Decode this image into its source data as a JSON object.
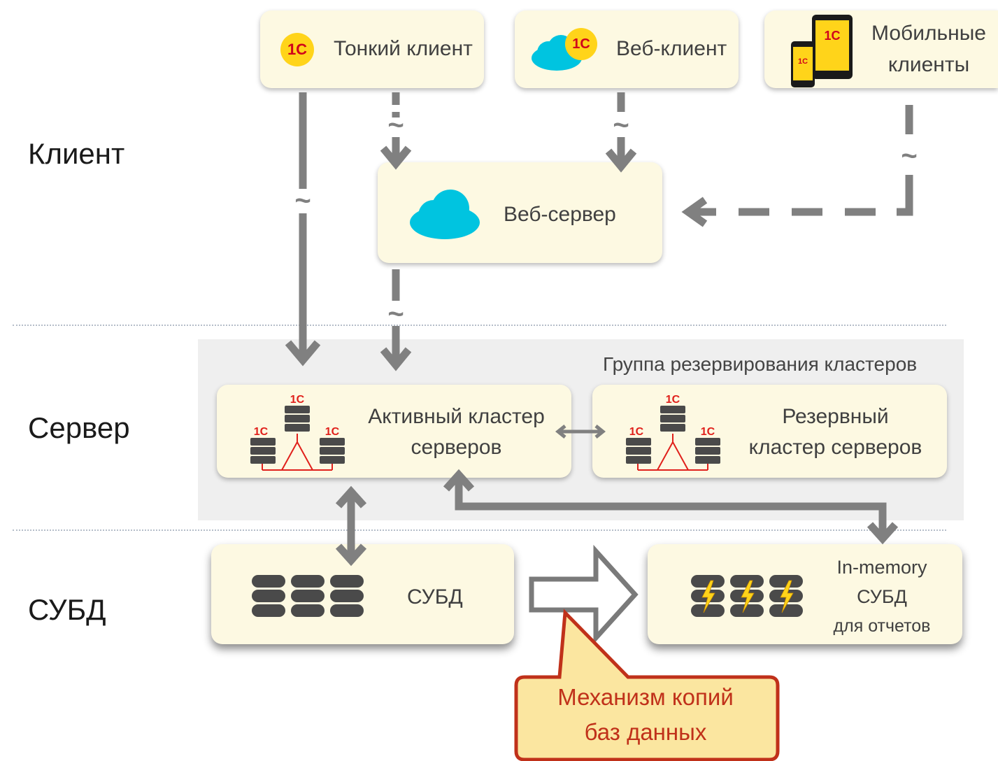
{
  "layers": {
    "client": "Клиент",
    "server": "Сервер",
    "dbms": "СУБД"
  },
  "clients": {
    "thin": "Тонкий клиент",
    "web": "Веб-клиент",
    "mobile_line1": "Мобильные",
    "mobile_line2": "клиенты"
  },
  "web_server": "Веб-сервер",
  "cluster_group": {
    "title": "Группа резервирования кластеров",
    "active_line1": "Активный кластер",
    "active_line2": "серверов",
    "reserve_line1": "Резервный",
    "reserve_line2": "кластер серверов"
  },
  "databases": {
    "dbms": "СУБД",
    "inmem_line1": "In-memory",
    "inmem_line2": "СУБД",
    "inmem_line3": "для отчетов"
  },
  "callout": {
    "line1": "Механизм копий",
    "line2": "баз данных"
  },
  "connection_marker": "~",
  "logo_text": "1С",
  "colors": {
    "card": "#fdf9e2",
    "arrow": "#808080",
    "cloud": "#00c4e0",
    "logo_bg": "#ffd41a",
    "logo_red": "#d0021b",
    "callout_fill": "#fbe6a0",
    "callout_border": "#c0311a",
    "group_bg": "#efefef"
  }
}
